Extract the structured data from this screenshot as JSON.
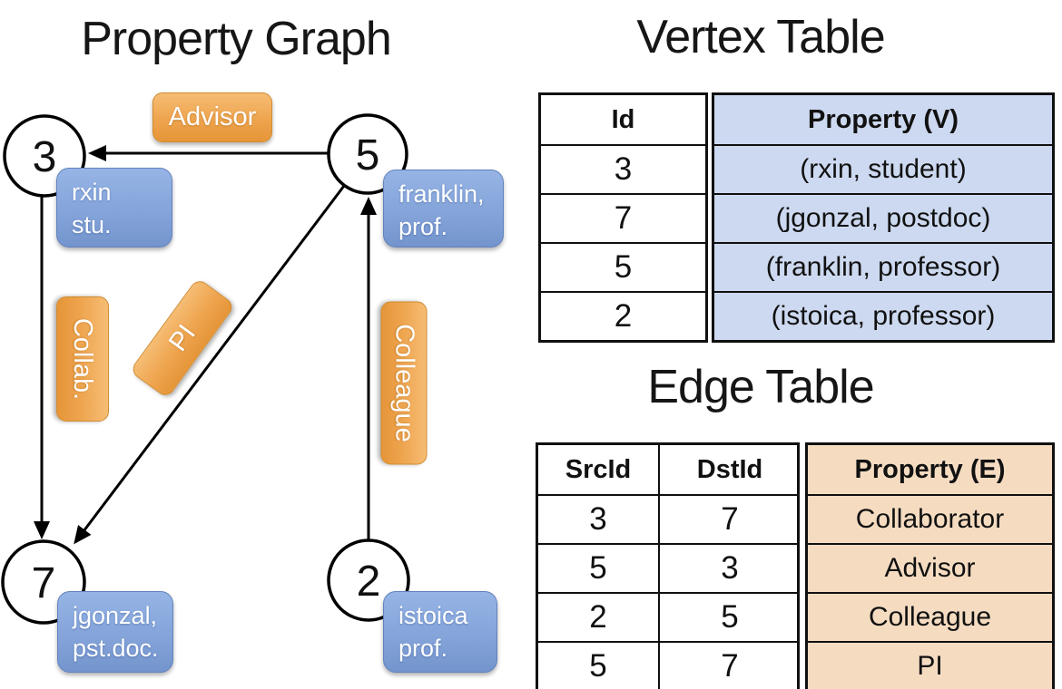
{
  "palette": {
    "edge_label_orange": "#ed9f44",
    "vertex_label_blue": "#84a4da",
    "vertex_property_cell_bg": "#cdd9f0",
    "edge_property_cell_bg": "#f5dcc1",
    "line_color": "#000000"
  },
  "graph": {
    "title": "Property Graph",
    "nodes": [
      {
        "id": "3",
        "box_line1": "rxin",
        "box_line2": "stu."
      },
      {
        "id": "5",
        "box_line1": "franklin,",
        "box_line2": "prof."
      },
      {
        "id": "7",
        "box_line1": "jgonzal,",
        "box_line2": "pst.doc."
      },
      {
        "id": "2",
        "box_line1": "istoica",
        "box_line2": "prof."
      }
    ],
    "edge_labels": {
      "advisor": "Advisor",
      "collab": "Collab.",
      "pi": "PI",
      "colleague": "Colleague"
    }
  },
  "vertex_table": {
    "title": "Vertex Table",
    "columns": {
      "id": "Id",
      "property": "Property (V)"
    },
    "rows": [
      {
        "id": "3",
        "property": "(rxin, student)"
      },
      {
        "id": "7",
        "property": "(jgonzal, postdoc)"
      },
      {
        "id": "5",
        "property": "(franklin, professor)"
      },
      {
        "id": "2",
        "property": "(istoica, professor)"
      }
    ]
  },
  "edge_table": {
    "title": "Edge Table",
    "columns": {
      "src": "SrcId",
      "dst": "DstId",
      "property": "Property (E)"
    },
    "rows": [
      {
        "src": "3",
        "dst": "7",
        "property": "Collaborator"
      },
      {
        "src": "5",
        "dst": "3",
        "property": "Advisor"
      },
      {
        "src": "2",
        "dst": "5",
        "property": "Colleague"
      },
      {
        "src": "5",
        "dst": "7",
        "property": "PI"
      }
    ]
  }
}
